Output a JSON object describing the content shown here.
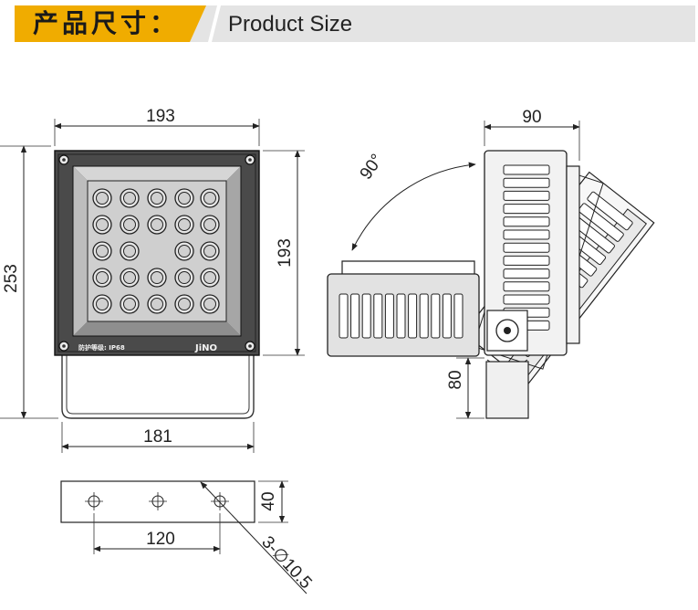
{
  "header": {
    "title_cn": "产品尺寸：",
    "title_en": "Product Size"
  },
  "front_view": {
    "width_label": "193",
    "height_label": "193",
    "total_height_label": "253",
    "bracket_width_label": "181",
    "ip_text": "防护等级: IP68",
    "brand_text": "JiNO"
  },
  "side_view": {
    "depth_label": "90",
    "angle_label": "90°",
    "bracket_offset_label": "80"
  },
  "mount_plate": {
    "hole_spacing_label": "120",
    "height_label": "40",
    "hole_label": "3-∅10.5"
  },
  "colors": {
    "accent": "#f0ac00",
    "header_bg": "#e4e4e4",
    "led_panel": "#cfcfcf",
    "housing": "#555555"
  }
}
